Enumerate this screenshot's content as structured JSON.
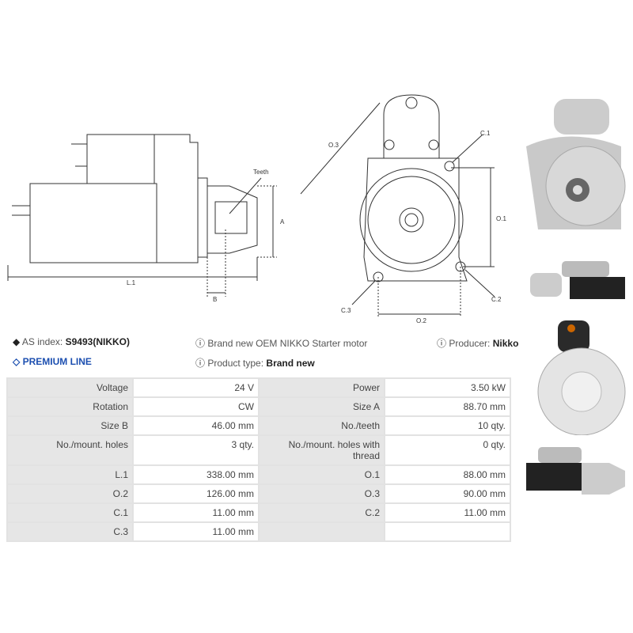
{
  "drawing": {
    "side_labels": {
      "teeth": "Teeth",
      "a": "A",
      "l1": "L.1",
      "b": "B"
    },
    "front_labels": {
      "o3": "O.3",
      "c1": "C.1",
      "o1": "O.1",
      "c2": "C.2",
      "c3": "C.3",
      "o2": "O.2"
    }
  },
  "info": {
    "as_index_label": "AS index:",
    "as_index_value": "S9493(NIKKO)",
    "premium": "PREMIUM LINE",
    "description": "Brand new OEM NIKKO Starter motor",
    "product_type_label": "Product type:",
    "product_type_value": "Brand new",
    "producer_label": "Producer:",
    "producer_value": "Nikko"
  },
  "specs": [
    [
      {
        "k": "Voltage",
        "v": "24 V"
      },
      {
        "k": "Power",
        "v": "3.50 kW"
      }
    ],
    [
      {
        "k": "Rotation",
        "v": "CW"
      },
      {
        "k": "Size A",
        "v": "88.70 mm"
      }
    ],
    [
      {
        "k": "Size B",
        "v": "46.00 mm"
      },
      {
        "k": "No./teeth",
        "v": "10 qty."
      }
    ],
    [
      {
        "k": "No./mount. holes",
        "v": "3 qty."
      },
      {
        "k": "No./mount. holes with thread",
        "v": "0 qty."
      }
    ],
    [
      {
        "k": "L.1",
        "v": "338.00 mm"
      },
      {
        "k": "O.1",
        "v": "88.00 mm"
      }
    ],
    [
      {
        "k": "O.2",
        "v": "126.00 mm"
      },
      {
        "k": "O.3",
        "v": "90.00 mm"
      }
    ],
    [
      {
        "k": "C.1",
        "v": "11.00 mm"
      },
      {
        "k": "C.2",
        "v": "11.00 mm"
      }
    ],
    [
      {
        "k": "C.3",
        "v": "11.00 mm"
      },
      {
        "k": "",
        "v": ""
      }
    ]
  ],
  "colors": {
    "premium": "#1c4fb0",
    "label_bg": "#e6e6e6",
    "border": "#e2e2e2"
  }
}
